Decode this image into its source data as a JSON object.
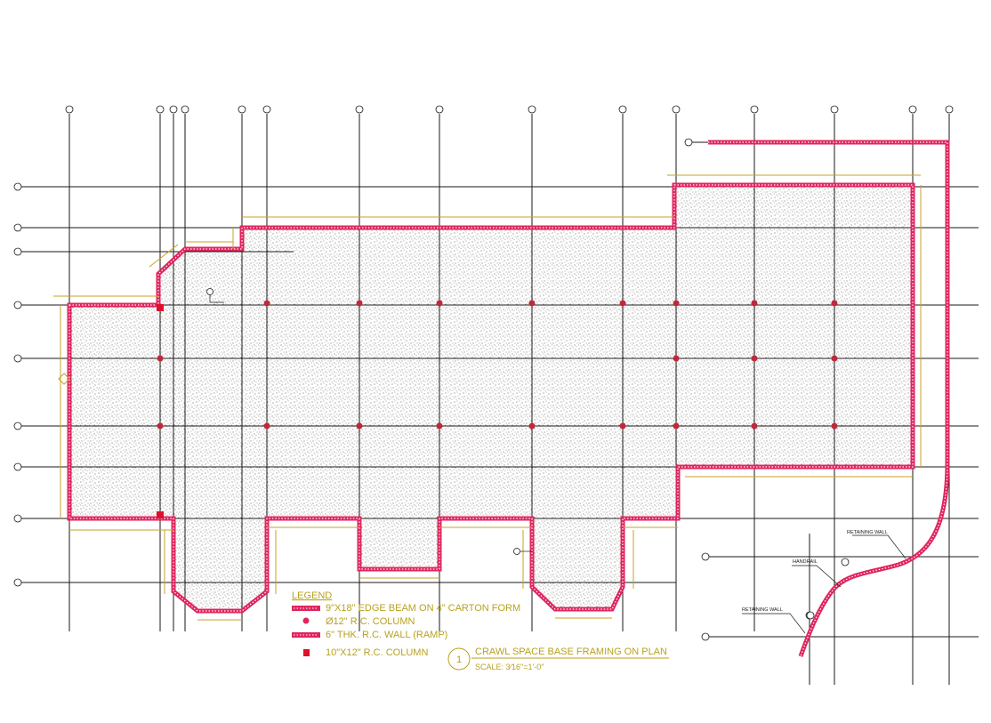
{
  "legend": {
    "title": "LEGEND",
    "items": [
      {
        "kind": "edge-beam",
        "label": "9\"X18\" EDGE BEAM ON 4\" CARTON FORM"
      },
      {
        "kind": "round-column",
        "label": "Ø12\" R.C. COLUMN"
      },
      {
        "kind": "ramp-wall",
        "label": "6\" THK. R.C. WALL (RAMP)"
      },
      {
        "kind": "square-column",
        "label": "10\"X12\" R.C. COLUMN"
      }
    ]
  },
  "drawing_title": {
    "number": "1",
    "title": "CRAWL SPACE BASE FRAMING ON PLAN",
    "scale": "SCALE: 3⁄16\"=1'-0\""
  },
  "notes": {
    "retaining_wall_upper": "RETAINING WALL",
    "handrail": "HANDRAIL",
    "retaining_wall_lower": "RETAINING WALL"
  },
  "colors": {
    "beam": "#e0245e",
    "column": "#c0283c",
    "dimension": "#c9a227",
    "grid": "#1a1a1a"
  }
}
